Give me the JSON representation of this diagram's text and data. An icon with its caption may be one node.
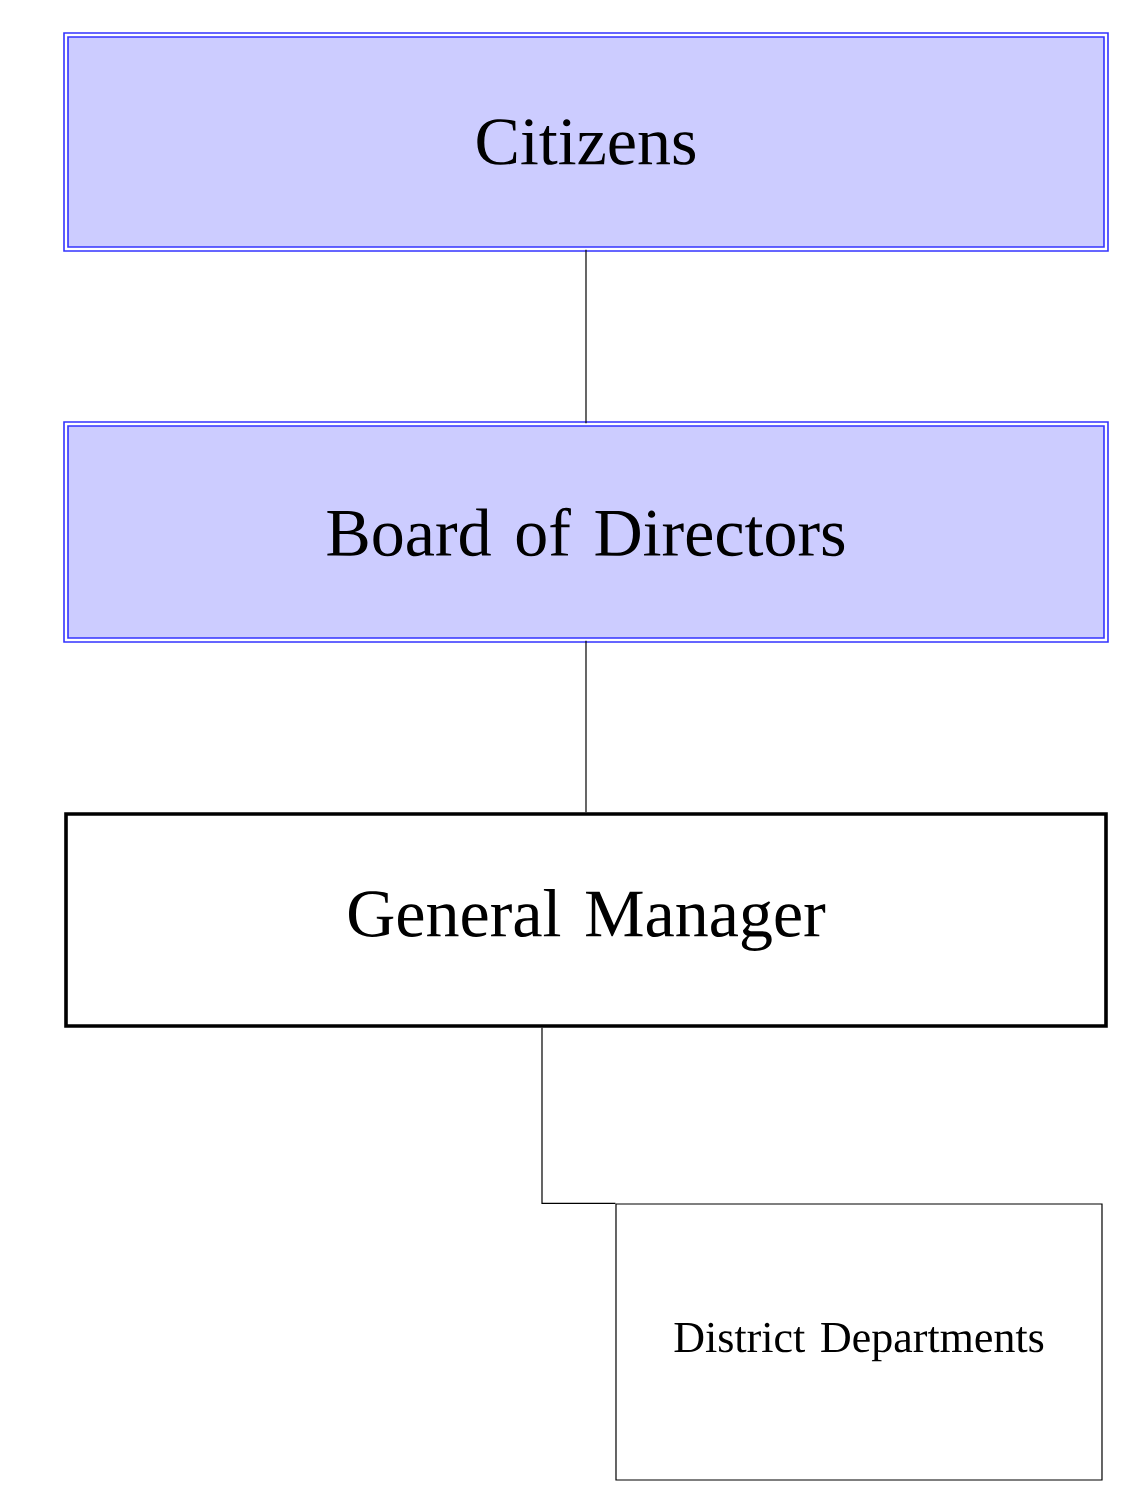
{
  "diagram": {
    "nodes": [
      {
        "text": [
          "Citizens"
        ]
      },
      {
        "text": [
          "Board of Directors"
        ]
      },
      {
        "text": [
          "General Manager"
        ]
      },
      {
        "text": [
          "District Departments"
        ]
      }
    ],
    "edges": [
      {
        "from": 0,
        "to": 1,
        "arrow": "none"
      },
      {
        "from": 1,
        "to": 2,
        "arrow": "none"
      },
      {
        "from": 2,
        "to": 3,
        "arrow": "none"
      }
    ]
  }
}
